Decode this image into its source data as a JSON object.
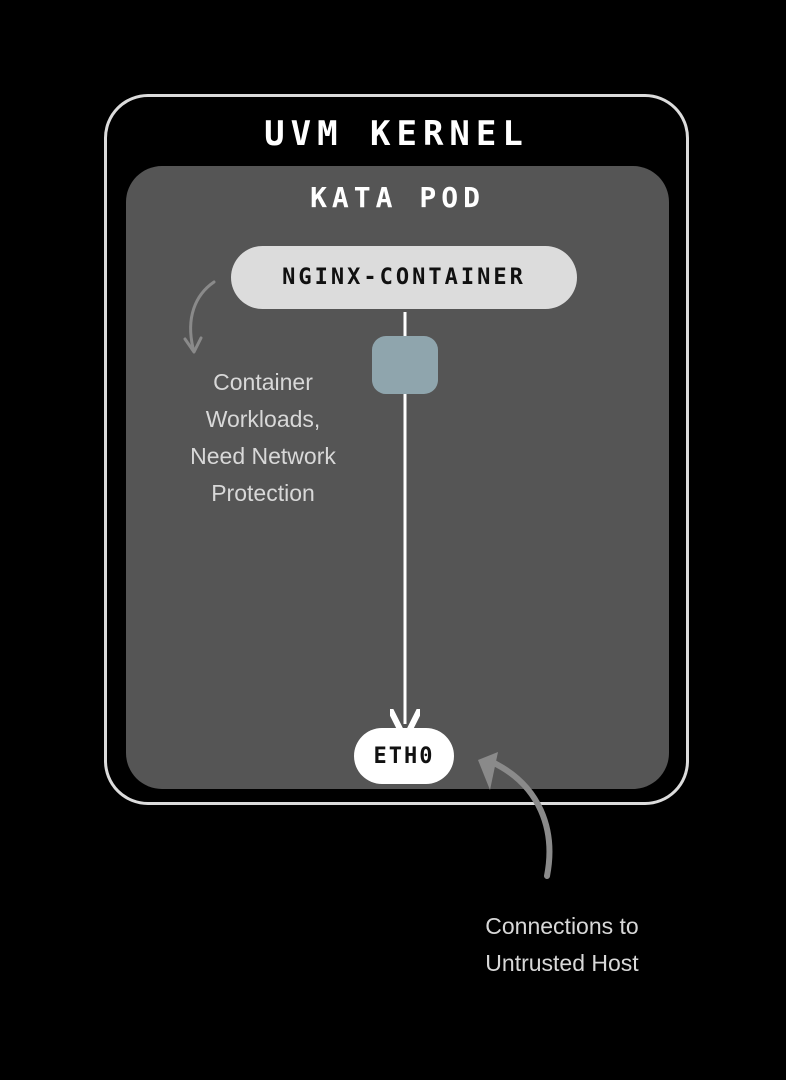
{
  "diagram": {
    "kernel_label": "UVM KERNEL",
    "pod_label": "KATA POD",
    "container_label": "NGINX-CONTAINER",
    "interface_label": "ETH0",
    "notes": {
      "workloads_lines": [
        "Container",
        "Workloads,",
        "Need Network",
        "Protection"
      ],
      "connections_lines": [
        "Connections to",
        "Untrusted Host"
      ]
    },
    "colors": {
      "background": "#000000",
      "kernel_border": "#dcdcdc",
      "pod_fill": "#555555",
      "container_fill": "#dcdcdc",
      "filter_fill": "#8fa5ad",
      "interface_fill": "#ffffff",
      "annotation_arrow": "#8a8a8a"
    }
  }
}
